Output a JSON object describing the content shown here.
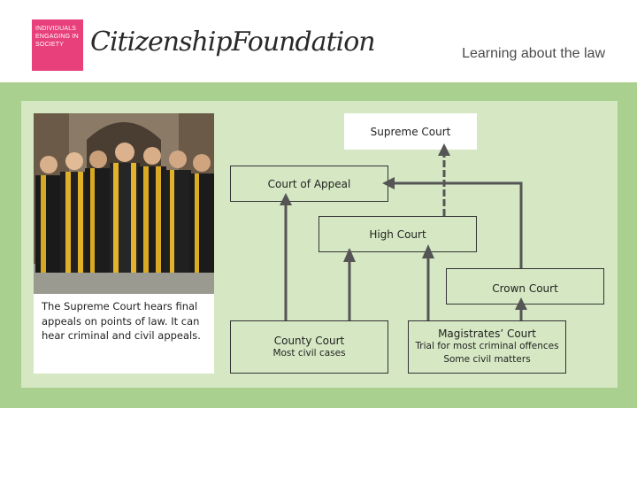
{
  "header": {
    "logo_lines": [
      "INDIVIDUALS",
      "ENGAGING IN",
      "SOCIETY"
    ],
    "logo_script": "CitizenshipFoundation",
    "subtitle": "Learning about the law"
  },
  "caption": "The Supreme Court hears final appeals on points of law. It can hear criminal and civil appeals.",
  "courts": {
    "supreme": {
      "name": "Supreme Court"
    },
    "appeal": {
      "name": "Court of Appeal"
    },
    "high": {
      "name": "High Court"
    },
    "crown": {
      "name": "Crown Court"
    },
    "county": {
      "name": "County Court",
      "desc": "Most civil cases"
    },
    "magistrates": {
      "name": "Magistrates’ Court",
      "desc1": "Trial for most criminal offences",
      "desc2": "Some civil matters"
    }
  },
  "colors": {
    "band": "#a9d08e",
    "panel": "#d5e8c3",
    "arrow": "#555555",
    "logo": "#e8407a"
  }
}
